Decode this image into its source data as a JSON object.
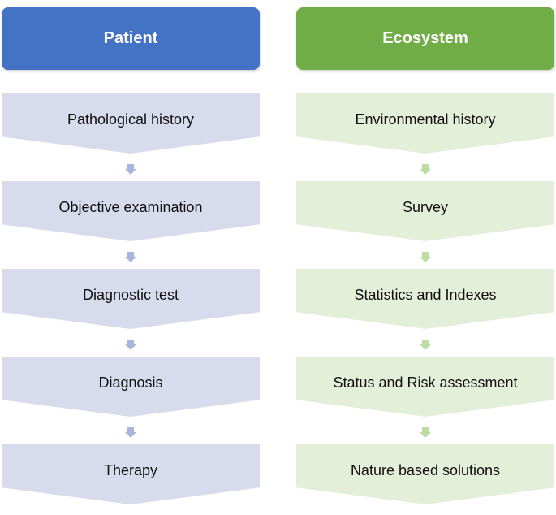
{
  "patient": {
    "title": "Patient",
    "steps": [
      "Pathological history",
      "Objective examination",
      "Diagnostic test",
      "Diagnosis",
      "Therapy"
    ]
  },
  "ecosystem": {
    "title": "Ecosystem",
    "steps": [
      "Environmental history",
      "Survey",
      "Statistics and Indexes",
      "Status and Risk assessment",
      "Nature based solutions"
    ]
  },
  "colors": {
    "patient_header": "#4472c4",
    "patient_step": "#d7dbec",
    "patient_arrow": "#a9b5dc",
    "ecosystem_header": "#70ad47",
    "ecosystem_step": "#e4efda",
    "ecosystem_arrow": "#bcdca3"
  }
}
